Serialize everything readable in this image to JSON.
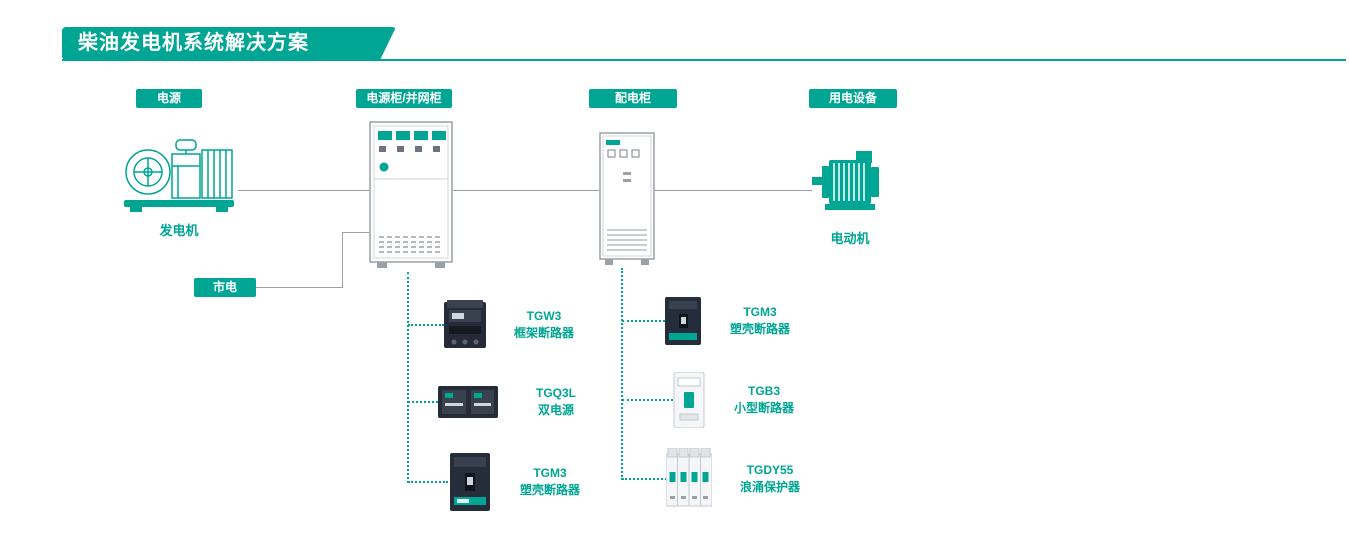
{
  "colors": {
    "accent": "#00a693",
    "connector": "#9aa0a6",
    "product_dark": "#252c38"
  },
  "header": {
    "title": "柴油发电机系统解决方案"
  },
  "badges": {
    "power_source": "电源",
    "power_cabinet": "电源柜/并网柜",
    "distribution_cabinet": "配电柜",
    "equipment": "用电设备",
    "mains": "市电"
  },
  "captions": {
    "generator": "发电机",
    "motor": "电动机"
  },
  "products_left": [
    {
      "model": "TGW3",
      "name": "框架断路器"
    },
    {
      "model": "TGQ3L",
      "name": "双电源"
    },
    {
      "model": "TGM3",
      "name": "塑壳断路器"
    }
  ],
  "products_right": [
    {
      "model": "TGM3",
      "name": "塑壳断路器"
    },
    {
      "model": "TGB3",
      "name": "小型断路器"
    },
    {
      "model": "TGDY55",
      "name": "浪涌保护器"
    }
  ]
}
